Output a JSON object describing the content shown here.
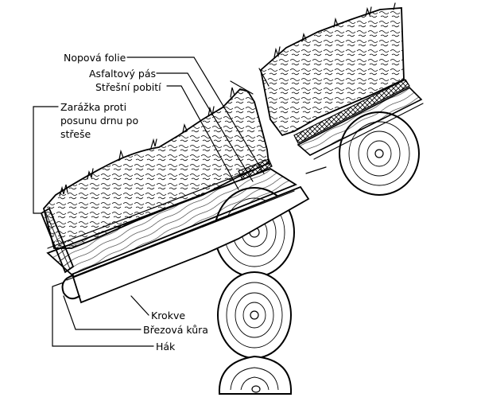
{
  "labels": {
    "nopova_folie": "Nopová folie",
    "asfaltovy_pas": "Asfaltový pás",
    "stresni_pobiti": "Střešní pobití",
    "zarazka_line1": "Zarážka proti",
    "zarazka_line2": "posunu drnu po",
    "zarazka_line3": "střeše",
    "krokve": "Krokve",
    "brezova_kura": "Březová kůra",
    "hak": "Hák"
  }
}
